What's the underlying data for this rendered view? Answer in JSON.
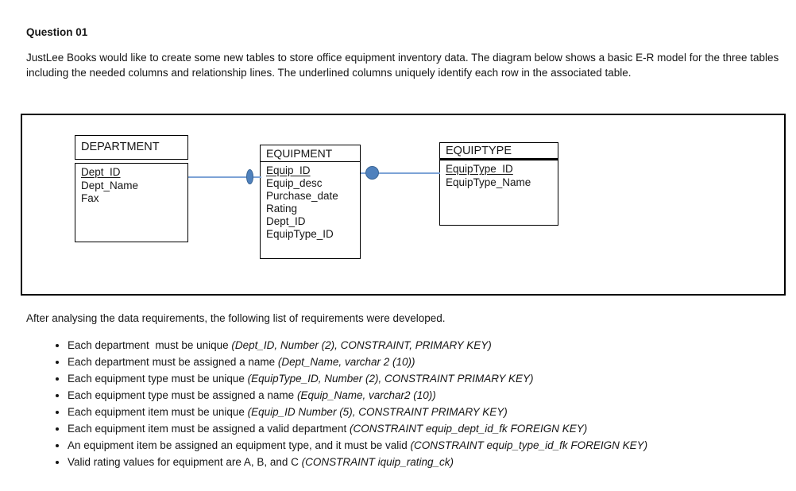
{
  "page": {
    "heading": "Question 01",
    "intro": "JustLee Books would like to create some new tables to store office equipment inventory data. The diagram below shows a basic E-R model for the three tables including the needed columns and relationship lines. The underlined columns uniquely identify each row in the associated table.",
    "requirements_intro": "After analysing the data requirements, the following list of requirements were developed."
  },
  "diagram": {
    "tables": [
      {
        "name": "DEPARTMENT",
        "columns": [
          {
            "name": "Dept_ID",
            "pk": true
          },
          {
            "name": "Dept_Name",
            "pk": false
          },
          {
            "name": "Fax",
            "pk": false
          }
        ]
      },
      {
        "name": "EQUIPMENT",
        "columns": [
          {
            "name": "Equip_ID",
            "pk": true
          },
          {
            "name": "Equip_desc",
            "pk": false
          },
          {
            "name": "Purchase_date",
            "pk": false
          },
          {
            "name": "Rating",
            "pk": false
          },
          {
            "name": "Dept_ID",
            "pk": false
          },
          {
            "name": "EquipType_ID",
            "pk": false
          }
        ]
      },
      {
        "name": "EQUIPTYPE",
        "columns": [
          {
            "name": "EquipType_ID",
            "pk": true
          },
          {
            "name": "EquipType_Name",
            "pk": false
          }
        ]
      }
    ],
    "relationships": [
      {
        "from": "DEPARTMENT",
        "to": "EQUIPMENT",
        "end_symbol": "small-oval"
      },
      {
        "from": "EQUIPMENT",
        "to": "EQUIPTYPE",
        "end_symbol": "filled-circle"
      }
    ]
  },
  "requirements": [
    {
      "lead": "Each department  must be unique ",
      "detail": "(Dept_ID, Number (2), CONSTRAINT, PRIMARY KEY)"
    },
    {
      "lead": "Each department must be assigned a name ",
      "detail": "(Dept_Name, varchar 2 (10))"
    },
    {
      "lead": "Each equipment type must be unique ",
      "detail": "(EquipType_ID, Number (2), CONSTRAINT PRIMARY KEY)"
    },
    {
      "lead": "Each equipment type must be assigned a name ",
      "detail": "(Equip_Name, varchar2 (10))"
    },
    {
      "lead": "Each equipment item must be unique ",
      "detail": "(Equip_ID Number (5), CONSTRAINT PRIMARY KEY)"
    },
    {
      "lead": "Each equipment item must be assigned a valid department ",
      "detail": "(CONSTRAINT equip_dept_id_fk FOREIGN KEY)"
    },
    {
      "lead": "An equipment item be assigned an equipment type, and it must be valid ",
      "detail": "(CONSTRAINT equip_type_id_fk FOREIGN KEY)"
    },
    {
      "lead": "Valid rating values for equipment are A, B, and C ",
      "detail": "(CONSTRAINT iquip_rating_ck)"
    }
  ],
  "colors": {
    "connector_blue": "#7da3d6",
    "node_fill_blue": "#4f81bd",
    "node_stroke_blue": "#3a6595"
  }
}
